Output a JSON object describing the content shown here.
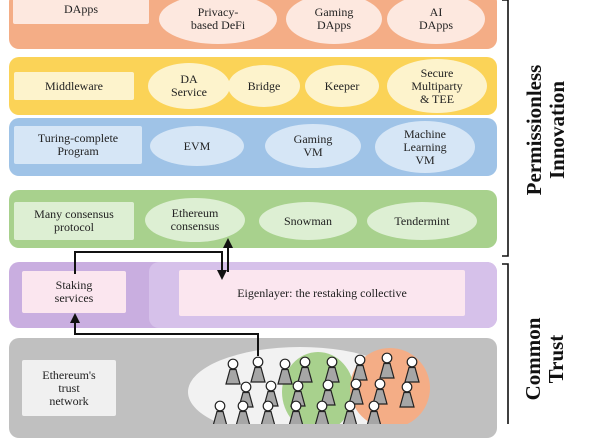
{
  "apps": {
    "label": "DApps",
    "items": [
      "Privacy-\nbased DeFi",
      "Gaming\nDApps",
      "AI\nDApps"
    ],
    "color": "#f4ad86"
  },
  "middleware": {
    "label": "Middleware",
    "items": [
      "DA\nService",
      "Bridge",
      "Keeper",
      "Secure\nMultiparty\n& TEE"
    ],
    "color": "#fbd357"
  },
  "execution": {
    "label": "Turing-complete\nProgram",
    "items": [
      "EVM",
      "Gaming\nVM",
      "Machine\nLearning\nVM"
    ],
    "color": "#9fc3e7"
  },
  "consensus": {
    "label": "Many consensus\nprotocol",
    "items": [
      "Ethereum\nconsensus",
      "Snowman",
      "Tendermint"
    ],
    "color": "#a8d18d"
  },
  "restaking": {
    "staking_label": "Staking\nservices",
    "eigen_label": "Eigenlayer: the restaking collective",
    "color": "#c9aee0"
  },
  "trust": {
    "label": "Ethereum's\ntrust\nnetwork",
    "color": "#c0c0c0"
  },
  "side_labels": {
    "upper": "Permissionless\nInnovation",
    "lower": "Common\nTrust"
  }
}
